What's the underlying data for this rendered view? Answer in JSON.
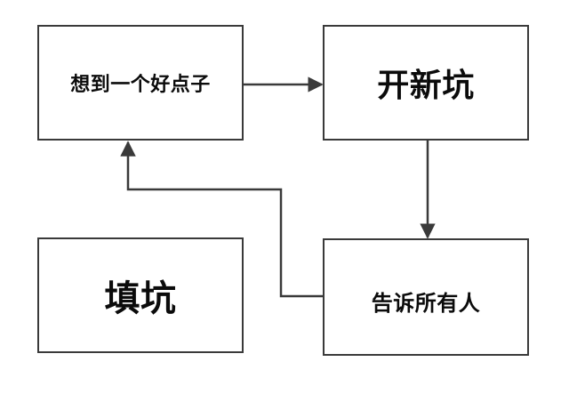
{
  "diagram": {
    "nodes": {
      "idea": "想到一个好点子",
      "new_pit": "开新坑",
      "tell_everyone": "告诉所有人",
      "fill_pit": "填坑"
    },
    "edges": [
      {
        "from": "想到一个好点子",
        "to": "开新坑"
      },
      {
        "from": "开新坑",
        "to": "告诉所有人"
      },
      {
        "from": "告诉所有人",
        "to": "想到一个好点子"
      }
    ],
    "colors": {
      "border": "#3a3a3a",
      "arrow": "#3a3a3a",
      "text": "#0b0b0b",
      "background": "#ffffff"
    }
  }
}
